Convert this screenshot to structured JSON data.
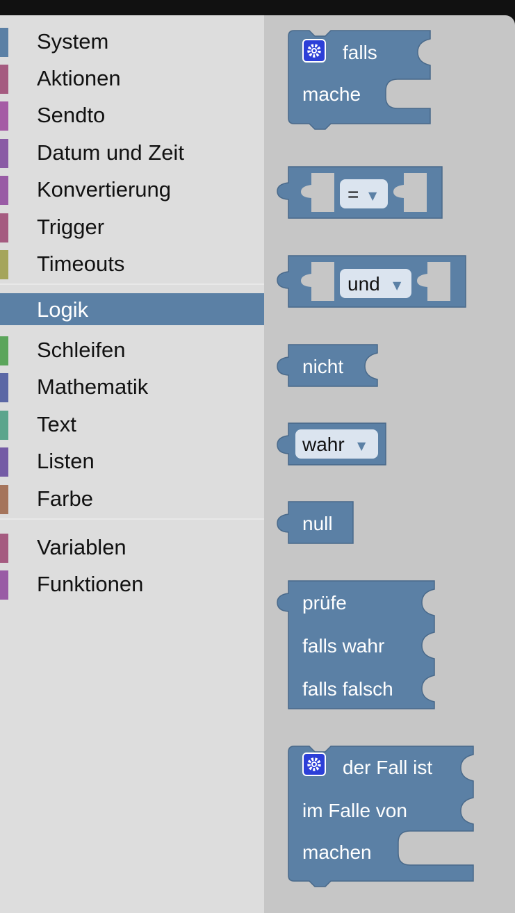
{
  "toolbox": {
    "categories": [
      {
        "label": "System",
        "color": "#5b80a5"
      },
      {
        "label": "Aktionen",
        "color": "#a55b80"
      },
      {
        "label": "Sendto",
        "color": "#a55ba5"
      },
      {
        "label": "Datum und Zeit",
        "color": "#8a5ba5"
      },
      {
        "label": "Konvertierung",
        "color": "#995ba5"
      },
      {
        "label": "Trigger",
        "color": "#a55b80"
      },
      {
        "label": "Timeouts",
        "color": "#a5a55b"
      },
      {
        "label": "Logik",
        "color": "#5b80a5",
        "selected": true
      },
      {
        "label": "Schleifen",
        "color": "#5ba55b"
      },
      {
        "label": "Mathematik",
        "color": "#5b67a5"
      },
      {
        "label": "Text",
        "color": "#5ba58c"
      },
      {
        "label": "Listen",
        "color": "#745ba5"
      },
      {
        "label": "Farbe",
        "color": "#a5745b"
      },
      {
        "label": "Variablen",
        "color": "#a55b80"
      },
      {
        "label": "Funktionen",
        "color": "#995ba5"
      }
    ]
  },
  "blocks": {
    "if": {
      "label_if": "falls",
      "label_do": "mache"
    },
    "compare": {
      "operator": "="
    },
    "operation": {
      "operator": "und"
    },
    "negate": {
      "label": "nicht"
    },
    "boolean": {
      "value": "wahr"
    },
    "null": {
      "label": "null"
    },
    "ternary": {
      "label_test": "prüfe",
      "label_true": "falls wahr",
      "label_false": "falls falsch"
    },
    "switch": {
      "label_switch": "der Fall ist",
      "label_case": "im Falle von",
      "label_do": "machen"
    }
  },
  "colors": {
    "block": "#5b80a5",
    "block_dark": "#49698a",
    "gear": "#2c3fd8",
    "dropdown": "#dbe4ef"
  }
}
